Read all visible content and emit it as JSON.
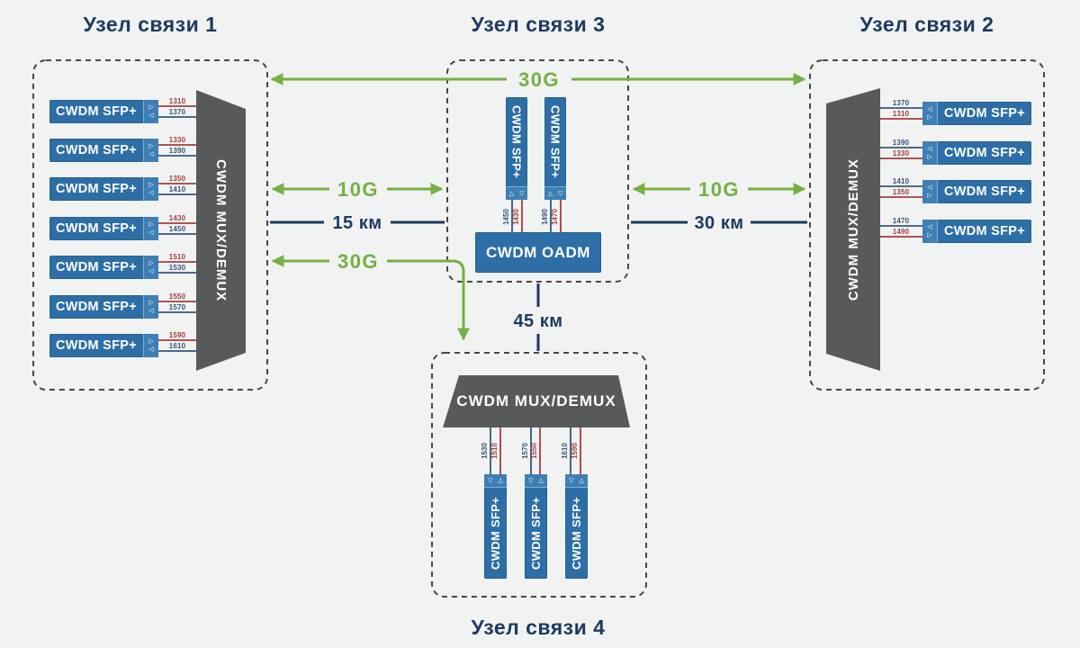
{
  "sfp_label": "CWDM SFP+",
  "mux_label": "CWDM MUX/DEMUX",
  "oadm_label": "CWDM OADM",
  "nodes": {
    "node1": {
      "title": "Узел связи 1",
      "wavelengths": [
        {
          "red": "1310",
          "blue": "1370"
        },
        {
          "red": "1330",
          "blue": "1390"
        },
        {
          "red": "1350",
          "blue": "1410"
        },
        {
          "red": "1430",
          "blue": "1450"
        },
        {
          "red": "1510",
          "blue": "1530"
        },
        {
          "red": "1550",
          "blue": "1570"
        },
        {
          "red": "1590",
          "blue": "1610"
        }
      ]
    },
    "node2": {
      "title": "Узел связи 2",
      "wavelengths": [
        {
          "blue": "1370",
          "red": "1310"
        },
        {
          "blue": "1390",
          "red": "1330"
        },
        {
          "blue": "1410",
          "red": "1350"
        },
        {
          "blue": "1470",
          "red": "1490"
        }
      ]
    },
    "node3": {
      "title": "Узел связи 3",
      "wavelengths": [
        {
          "blue": "1450",
          "red": "1430"
        },
        {
          "blue": "1490",
          "red": "1470"
        }
      ]
    },
    "node4": {
      "title": "Узел связи 4",
      "wavelengths": [
        {
          "blue": "1530",
          "red": "1510"
        },
        {
          "blue": "1570",
          "red": "1550"
        },
        {
          "blue": "1610",
          "red": "1590"
        }
      ]
    }
  },
  "links": {
    "backbone_speed": "30G",
    "left_speed": "10G",
    "right_speed": "10G",
    "branch_speed": "30G",
    "left_distance": "15 км",
    "right_distance": "30 км",
    "branch_distance": "45 км"
  },
  "icons": {
    "tx_right": "▷",
    "rx_left": "◁",
    "tx_up": "△",
    "tx_down": "▽"
  },
  "colors": {
    "accent_green": "#76b043",
    "navy": "#1d3a5f",
    "module_blue": "#2d6ea6",
    "mux_gray": "#58595b",
    "fiber_red": "#a43e3c",
    "fiber_blue": "#33567c",
    "background": "#f1f2f2"
  }
}
